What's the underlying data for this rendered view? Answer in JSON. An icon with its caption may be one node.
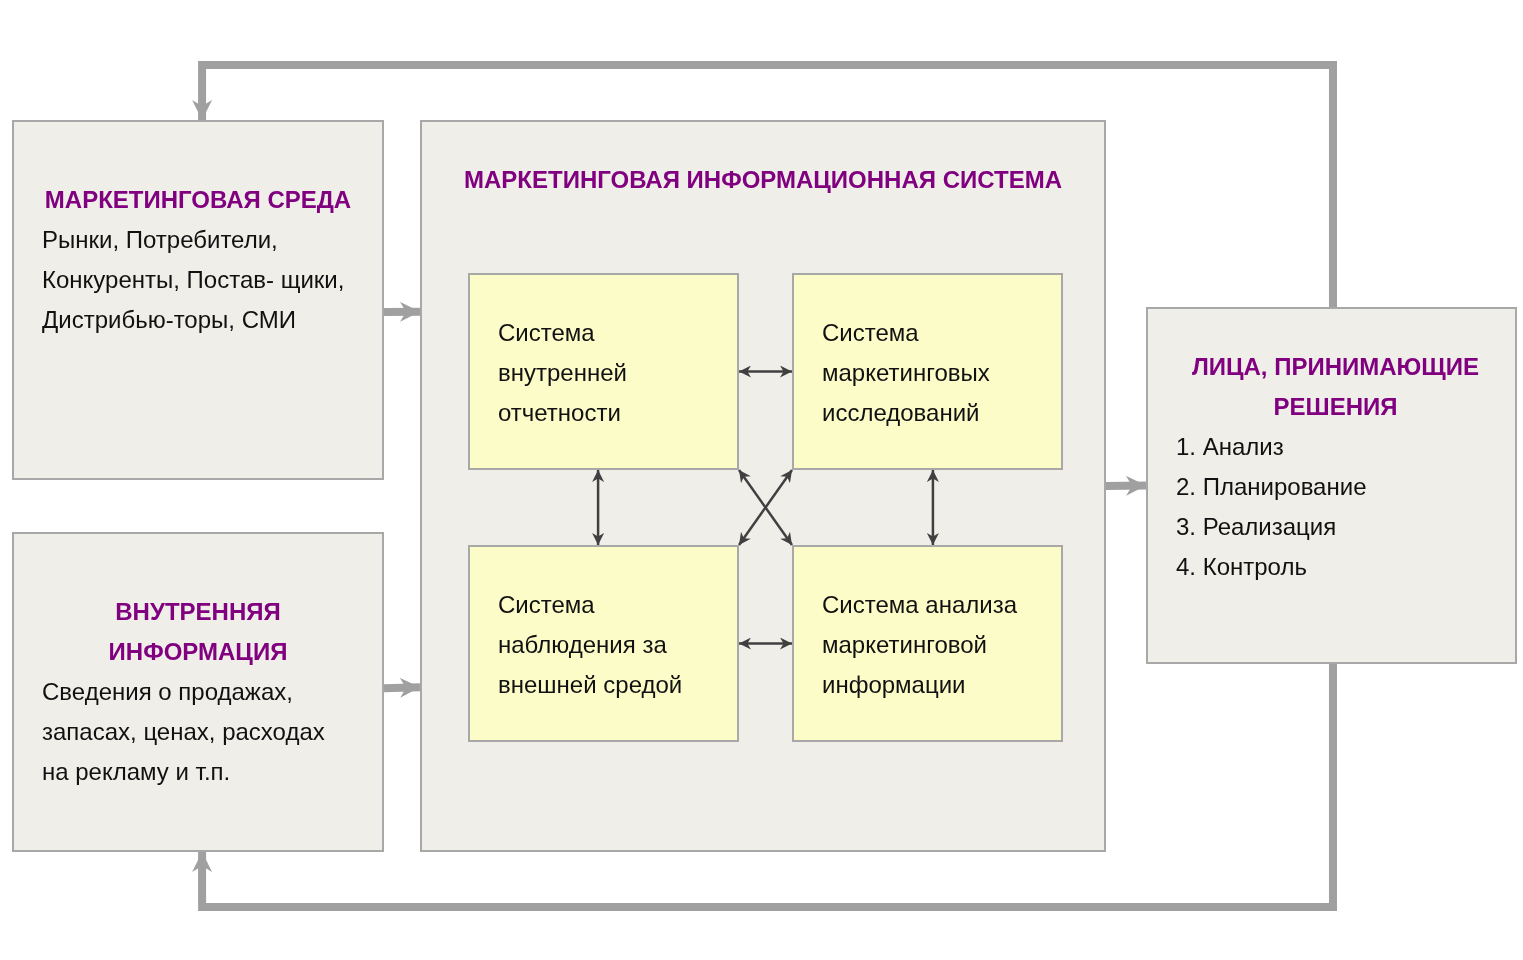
{
  "diagram": {
    "nodes": [
      {
        "text": [
          "МАРКЕТИНГОВАЯ СРЕДА",
          "Рынки, Потребители, Конкуренты, Постав- щики, Дистрибью-торы, СМИ"
        ]
      },
      {
        "text": [
          "ВНУТРЕННЯЯ ИНФОРМАЦИЯ",
          "Сведения о продажах, запасах, ценах, расходах на рекламу и т.п."
        ]
      },
      {
        "text": [
          "МАРКЕТИНГОВАЯ ИНФОРМАЦИОННАЯ СИСТЕМА"
        ]
      },
      {
        "text": [
          "Система внутренней отчетности"
        ],
        "in": 2
      },
      {
        "text": [
          "Система маркетинговых исследований"
        ],
        "in": 2
      },
      {
        "text": [
          "Система наблюдения за внешней средой"
        ],
        "in": 2
      },
      {
        "text": [
          "Система анализа маркетинговой информации"
        ],
        "in": 2
      },
      {
        "text": [
          "ЛИЦА, ПРИНИМАЮЩИЕ РЕШЕНИЯ",
          "1. Анализ",
          "2. Планирование",
          "3. Реализация",
          "4. Контроль"
        ]
      }
    ],
    "edges": [
      {
        "from": 0,
        "to": 2,
        "arrow": "to",
        "style": "thick",
        "color": "#a0a0a0"
      },
      {
        "from": 1,
        "to": 2,
        "arrow": "to",
        "style": "thick",
        "color": "#a0a0a0"
      },
      {
        "from": 2,
        "to": 7,
        "arrow": "to",
        "style": "thick",
        "color": "#a0a0a0"
      },
      {
        "from": 7,
        "to": 0,
        "arrow": "to",
        "style": "thick",
        "color": "#a0a0a0"
      },
      {
        "from": 7,
        "to": 1,
        "arrow": "to",
        "style": "thick",
        "color": "#a0a0a0"
      },
      {
        "from": 3,
        "to": 4,
        "arrow": "both"
      },
      {
        "from": 3,
        "to": 5,
        "arrow": "both"
      },
      {
        "from": 4,
        "to": 6,
        "arrow": "both"
      },
      {
        "from": 5,
        "to": 6,
        "arrow": "both"
      },
      {
        "from": 3,
        "to": 6,
        "arrow": "both"
      },
      {
        "from": 4,
        "to": 5,
        "arrow": "both"
      }
    ]
  }
}
